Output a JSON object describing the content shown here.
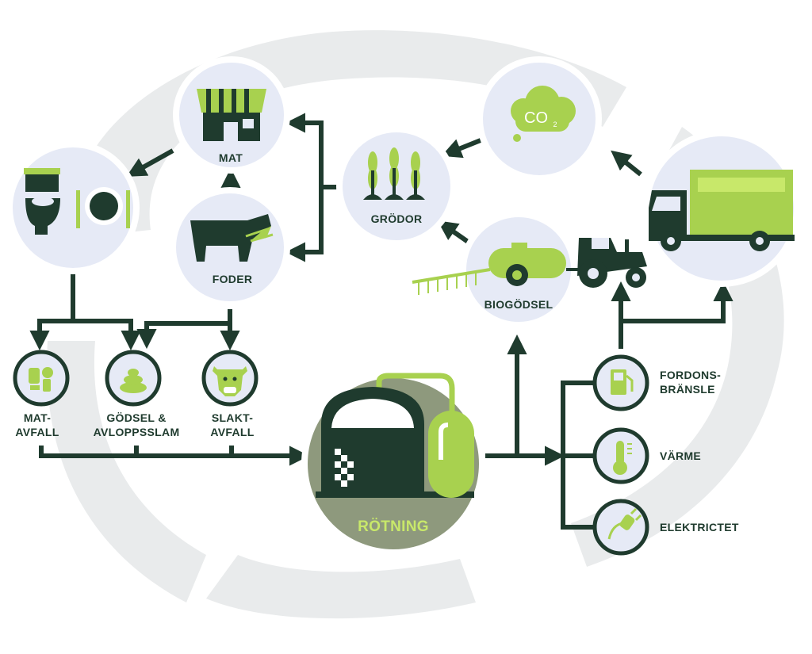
{
  "colors": {
    "dark": "#1f3b2e",
    "lime": "#a8d14f",
    "lime_light": "#c8e86a",
    "circle_bg": "#e6eaf6",
    "loop_bg": "#e9ebec",
    "digester_ring": "#8e997d"
  },
  "nodes": {
    "mat": "MAT",
    "foder": "FODER",
    "grodor": "GRÖDOR",
    "co2": "CO",
    "co2_sub": "2",
    "biogodsel": "BIOGÖDSEL",
    "rotning": "RÖTNING"
  },
  "inputs": {
    "matavfall_1": "MAT-",
    "matavfall_2": "AVFALL",
    "godsel_1": "GÖDSEL &",
    "godsel_2": "AVLOPPSSLAM",
    "slakt_1": "SLAKT-",
    "slakt_2": "AVFALL"
  },
  "outputs": {
    "fordon_1": "FORDONS-",
    "fordon_2": "BRÄNSLE",
    "varme": "VÄRME",
    "el": "ELEKTRICTET"
  },
  "icons": {
    "mat": "shop-icon",
    "toilet": "toilet-icon",
    "plate": "plate-icon",
    "cow": "cow-icon",
    "crops": "wheat-icon",
    "cloud": "cloud-icon",
    "tractor": "tractor-icon",
    "truck": "truck-icon",
    "digester": "digester-icon",
    "food_waste": "food-waste-icon",
    "manure": "manure-icon",
    "cow_head": "cow-head-icon",
    "fuel": "fuel-pump-icon",
    "thermometer": "thermometer-icon",
    "plug": "plug-icon"
  }
}
